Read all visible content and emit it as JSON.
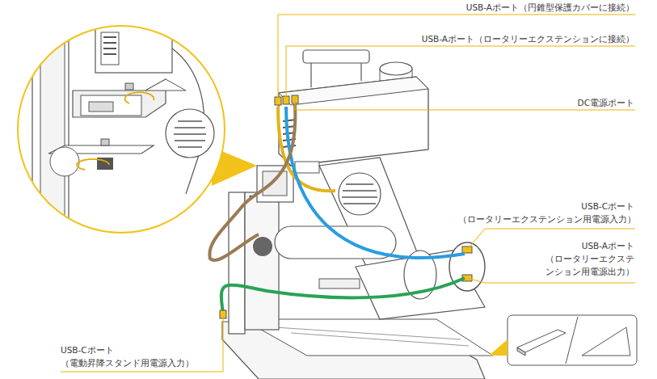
{
  "diagram": {
    "labels": [
      "USB-Aポート（円錐型保護カバーに接続）",
      "USB-Aポート（ロータリーエクステンションに接続）",
      "DC電源ポート",
      "USB-Cポート",
      "（ロータリーエクステンション用電源入力）",
      "USB-Aポート",
      "（ロータリーエクステ",
      "ンション用電源出力）",
      "USB-Cポート",
      "（電動昇降スタンド用電源入力）"
    ]
  }
}
